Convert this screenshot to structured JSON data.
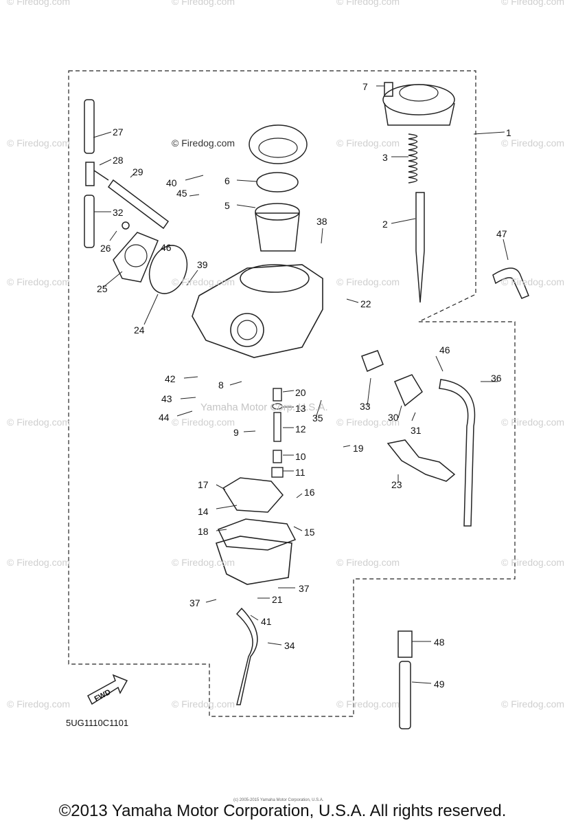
{
  "watermark_text": "© Firedog.com",
  "center_watermark": "© Firedog.com",
  "corp_watermark": "Yamaha Motor Corp. U.S.A.",
  "fwd_label": "FWD",
  "diagram_code": "5UG1110C1101",
  "tiny_copyright": "(c) 2005-2015 Yamaha Motor Corporation, U.S.A.",
  "footer": "©2013 Yamaha Motor Corporation, U.S.A. All rights reserved.",
  "callouts": [
    "1",
    "2",
    "3",
    "5",
    "6",
    "7",
    "8",
    "9",
    "10",
    "11",
    "12",
    "13",
    "14",
    "15",
    "16",
    "17",
    "18",
    "19",
    "20",
    "21",
    "22",
    "23",
    "24",
    "25",
    "26",
    "27",
    "28",
    "29",
    "30",
    "31",
    "32",
    "33",
    "34",
    "35",
    "36",
    "37",
    "37",
    "38",
    "39",
    "40",
    "41",
    "42",
    "43",
    "44",
    "45",
    "46",
    "46",
    "47",
    "48",
    "49"
  ]
}
